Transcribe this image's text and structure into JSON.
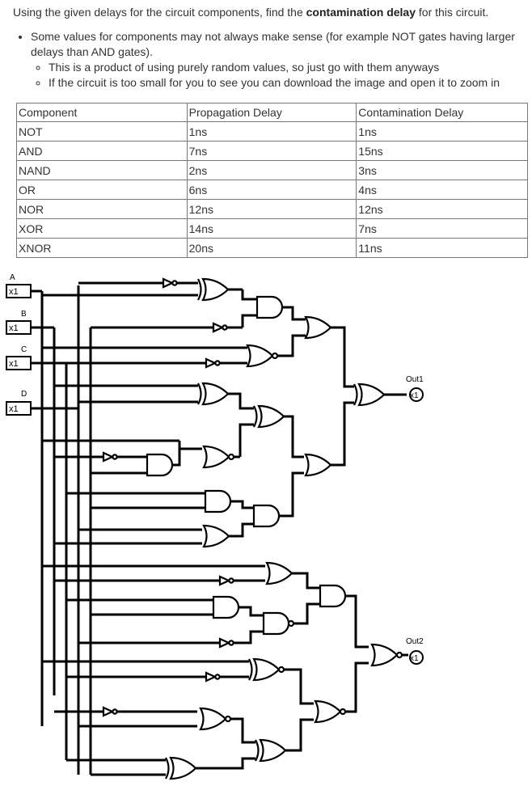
{
  "question": {
    "prefix": "Using the given delays for the circuit components, find the ",
    "emphasis": "contamination delay",
    "suffix": " for this circuit."
  },
  "bullets": {
    "main": "Some values for components may not always make sense (for example NOT gates having larger delays than AND gates).",
    "sub": [
      "This is a product of using purely random values, so just go with them anyways",
      "If the circuit is too small for you to see you can download the image and open it to zoom in"
    ]
  },
  "delay_table": {
    "headers": [
      "Component",
      "Propagation Delay",
      "Contamination Delay"
    ],
    "rows": [
      [
        "NOT",
        "1ns",
        "1ns"
      ],
      [
        "AND",
        "7ns",
        "15ns"
      ],
      [
        "NAND",
        "2ns",
        "3ns"
      ],
      [
        "OR",
        "6ns",
        "4ns"
      ],
      [
        "NOR",
        "12ns",
        "12ns"
      ],
      [
        "XOR",
        "14ns",
        "7ns"
      ],
      [
        "XNOR",
        "20ns",
        "11ns"
      ]
    ]
  },
  "circuit": {
    "inputs": [
      {
        "name": "A",
        "value": "x1"
      },
      {
        "name": "B",
        "value": "x1"
      },
      {
        "name": "C",
        "value": "x1"
      },
      {
        "name": "D",
        "value": "x1"
      }
    ],
    "outputs": [
      {
        "name": "Out1",
        "value": "x1"
      },
      {
        "name": "Out2",
        "value": "x1"
      }
    ]
  }
}
